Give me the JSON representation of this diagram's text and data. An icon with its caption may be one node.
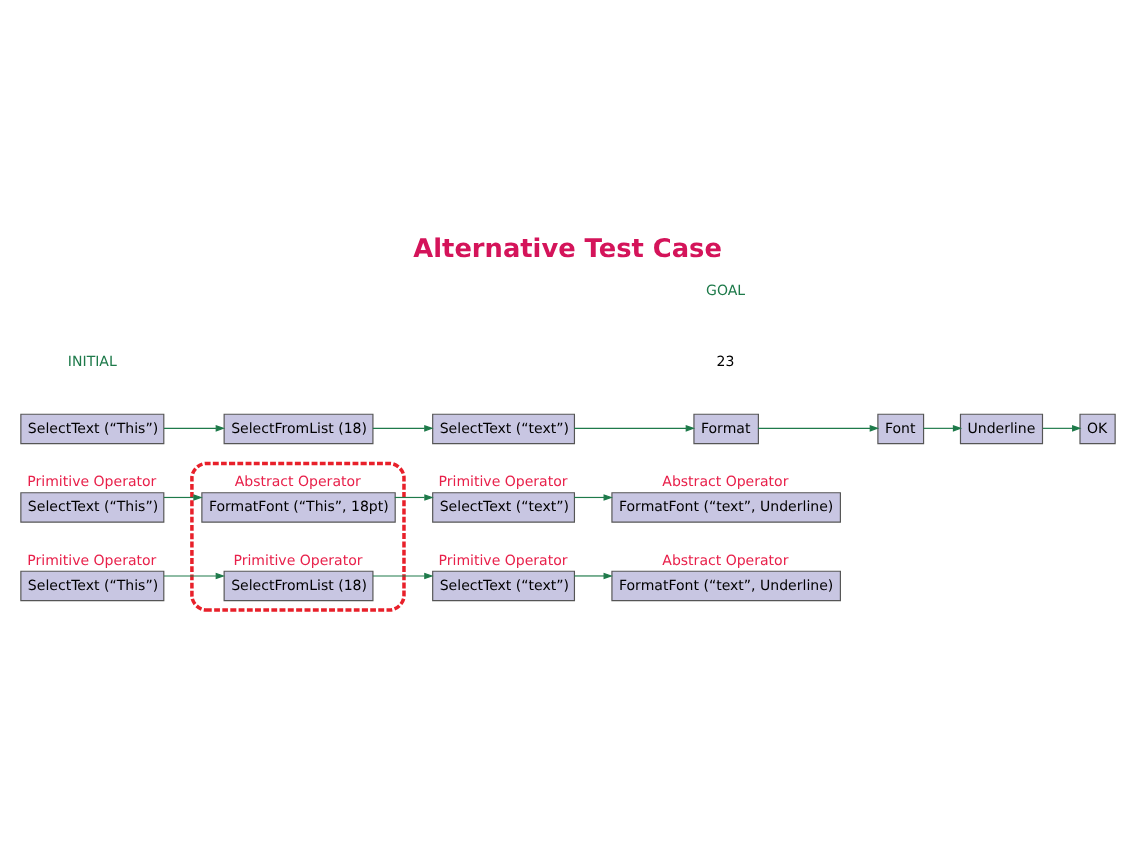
{
  "diagram": {
    "title": "Alternative Test Case",
    "nodes": [
      {
        "text": [],
        "shape": "box"
      },
      {
        "text": [
          "SelectText (“This”)"
        ],
        "beside": [
          "Primitive Operator"
        ]
      },
      {
        "text": [
          "FormatFont (“This”, 18pt)"
        ],
        "beside": [
          "Abstract Operator"
        ],
        "in": 0
      },
      {
        "text": [
          "SelectText (“text”)"
        ],
        "beside": [
          "Primitive Operator"
        ]
      },
      {
        "text": [
          "FormatFont (“text”, Underline)"
        ],
        "beside": [
          "Abstract Operator"
        ]
      },
      {
        "text": [
          "SelectText (“This”)"
        ],
        "beside": [
          "Primitive Operator"
        ]
      },
      {
        "text": [
          "SelectFromList (18)"
        ],
        "beside": [
          "Primitive Operator"
        ],
        "in": 0
      },
      {
        "text": [
          "SelectText (“text”)"
        ],
        "beside": [
          "Primitive Operator"
        ]
      },
      {
        "text": [
          "FormatFont (“text”, Underline)"
        ],
        "beside": [
          "Abstract Operator"
        ]
      },
      {
        "text": [
          "SelectText (“This”)"
        ]
      },
      {
        "text": [
          "SelectFromList (18)"
        ]
      },
      {
        "text": [
          "SelectText (“text”)"
        ]
      },
      {
        "text": [
          "Format"
        ]
      },
      {
        "text": [
          "Font"
        ]
      },
      {
        "text": [
          "Underline"
        ]
      },
      {
        "text": [
          "OK"
        ]
      }
    ],
    "edges": [
      {
        "from": 1,
        "to": 2,
        "arrow": "to"
      },
      {
        "from": 2,
        "to": 3,
        "arrow": "to"
      },
      {
        "from": 3,
        "to": 4,
        "arrow": "to"
      },
      {
        "from": 5,
        "to": 6,
        "arrow": "to"
      },
      {
        "from": 6,
        "to": 7,
        "arrow": "to"
      },
      {
        "from": 7,
        "to": 8,
        "arrow": "to"
      },
      {
        "from": 9,
        "to": 10,
        "arrow": "to"
      },
      {
        "from": 10,
        "to": 11,
        "arrow": "to"
      },
      {
        "from": 11,
        "to": 12,
        "arrow": "to"
      },
      {
        "from": 12,
        "to": 13,
        "arrow": "to"
      },
      {
        "from": 13,
        "to": 14,
        "arrow": "to"
      },
      {
        "from": 14,
        "to": 15,
        "arrow": "to"
      }
    ],
    "labels": [
      "23",
      "INITIAL",
      "GOAL"
    ]
  }
}
